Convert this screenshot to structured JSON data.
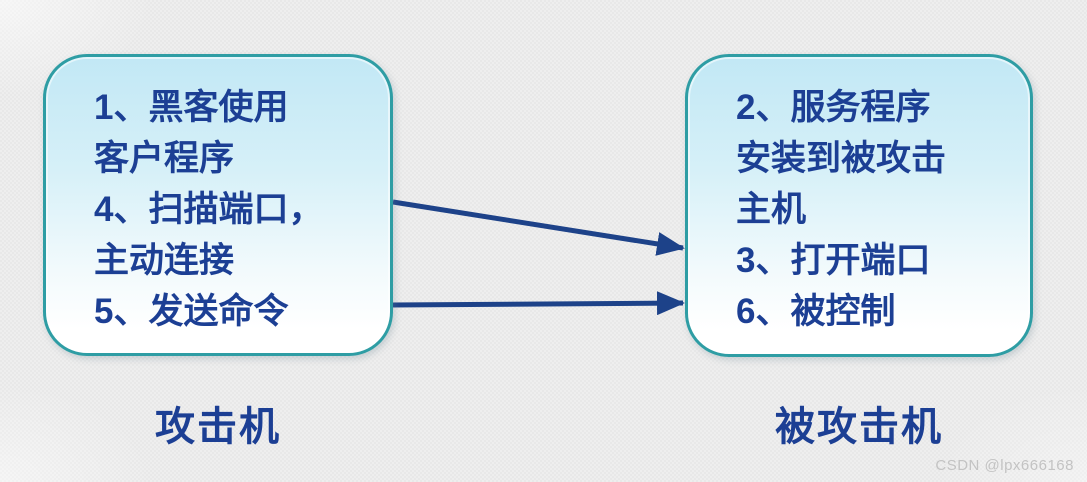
{
  "diagram": {
    "attacker_box": {
      "lines": [
        "1、黑客使用",
        "客户程序",
        "4、扫描端口，",
        "主动连接",
        "5、发送命令"
      ]
    },
    "attacker_label": "攻击机",
    "victim_box": {
      "lines": [
        "2、服务程序",
        "安装到被攻击",
        "主机",
        "3、打开端口",
        "6、被控制"
      ]
    },
    "victim_label": "被攻击机",
    "arrows": [
      {
        "id": "top",
        "from": "attacker-box",
        "to": "victim-box",
        "direction": "left-to-right"
      },
      {
        "id": "bottom",
        "from": "attacker-box",
        "to": "victim-box",
        "direction": "left-to-right"
      }
    ],
    "colors": {
      "text": "#1c3f94",
      "box_border": "#2e9da4",
      "box_fill_top": "#c2e8f5",
      "box_fill_bottom": "#ffffff",
      "arrow": "#1d4289",
      "background": "#e8e8e8",
      "watermark_text": "#c3c3c3"
    }
  },
  "watermark": "CSDN @lpx666168"
}
